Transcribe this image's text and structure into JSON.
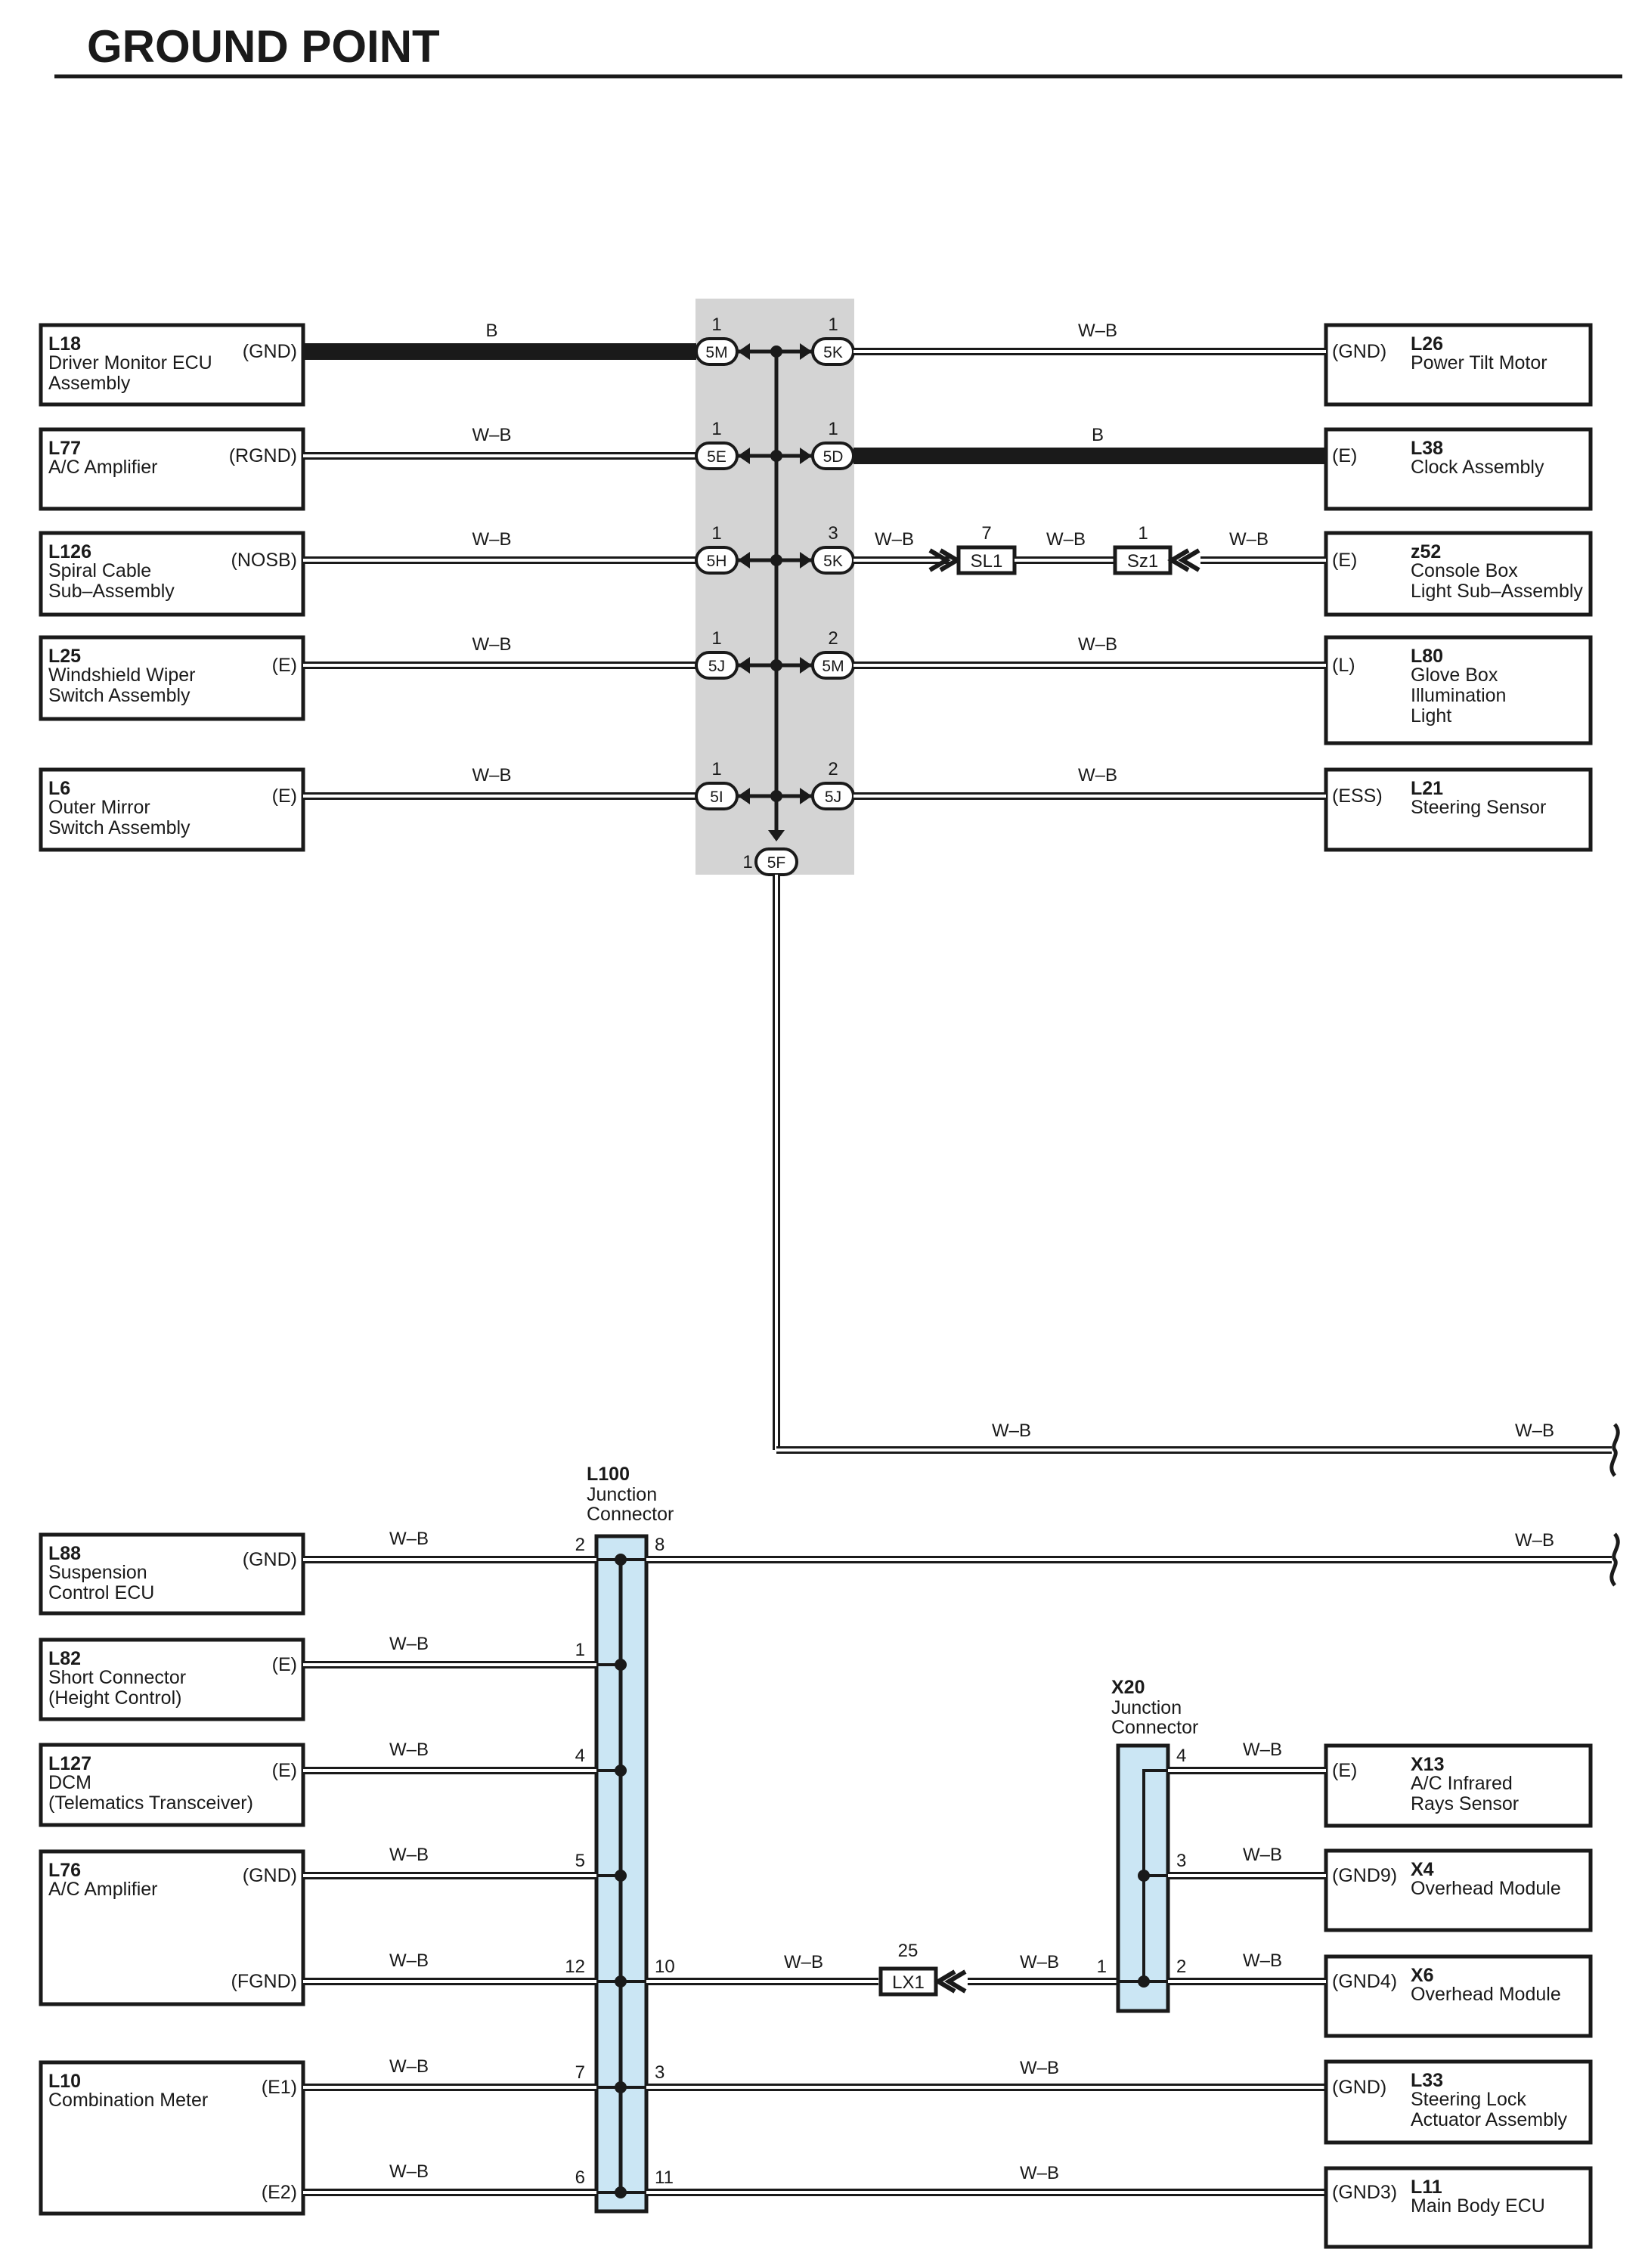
{
  "page": {
    "title": "GROUND POINT"
  },
  "colors": {
    "junction_block": "#d4d4d4",
    "junction_connector": "#cbe6f4",
    "ink": "#1a1a1a",
    "wire_fill": "#ffffff"
  },
  "top_section": {
    "left_devices": [
      {
        "code": "L18",
        "lines": [
          "Driver Monitor ECU",
          "Assembly"
        ],
        "terminal": "(GND)",
        "wire": "B",
        "pin": "1",
        "conn": "5M"
      },
      {
        "code": "L77",
        "lines": [
          "A/C Amplifier"
        ],
        "terminal": "(RGND)",
        "wire": "W–B",
        "pin": "1",
        "conn": "5E"
      },
      {
        "code": "L126",
        "lines": [
          "Spiral Cable",
          "Sub–Assembly"
        ],
        "terminal": "(NOSB)",
        "wire": "W–B",
        "pin": "1",
        "conn": "5H"
      },
      {
        "code": "L25",
        "lines": [
          "Windshield Wiper",
          "Switch Assembly"
        ],
        "terminal": "(E)",
        "wire": "W–B",
        "pin": "1",
        "conn": "5J"
      },
      {
        "code": "L6",
        "lines": [
          "Outer Mirror",
          "Switch Assembly"
        ],
        "terminal": "(E)",
        "wire": "W–B",
        "pin": "1",
        "conn": "5I"
      }
    ],
    "right_devices": [
      {
        "code": "L26",
        "lines": [
          "Power Tilt Motor"
        ],
        "terminal": "(GND)",
        "wire": "W–B",
        "pin": "1",
        "conn": "5K"
      },
      {
        "code": "L38",
        "lines": [
          "Clock Assembly"
        ],
        "terminal": "(E)",
        "wire": "B",
        "pin": "1",
        "conn": "5D"
      },
      {
        "code": "z52",
        "lines": [
          "Console Box",
          "Light Sub–Assembly"
        ],
        "terminal": "(E)",
        "wire": "W–B",
        "pin": "3",
        "conn": "5K"
      },
      {
        "code": "L80",
        "lines": [
          "Glove Box",
          "Illumination",
          "Light"
        ],
        "terminal": "(L)",
        "wire": "W–B",
        "pin": "2",
        "conn": "5M"
      },
      {
        "code": "L21",
        "lines": [
          "Steering Sensor"
        ],
        "terminal": "(ESS)",
        "wire": "W–B",
        "pin": "2",
        "conn": "5J"
      }
    ],
    "inline_row": {
      "wire_a": "W–B",
      "sl1_pin": "7",
      "sl1_label": "SL1",
      "wire_b": "W–B",
      "sz1_pin": "1",
      "sz1_label": "Sz1",
      "wire_c": "W–B"
    },
    "bottom_connector": {
      "pin": "1",
      "conn": "5F"
    },
    "trunk_wire_left": "W–B",
    "trunk_wire_right": "W–B"
  },
  "l100": {
    "code": "L100",
    "lines": [
      "Junction",
      "Connector"
    ]
  },
  "x20": {
    "code": "X20",
    "lines": [
      "Junction",
      "Connector"
    ]
  },
  "bottom_left_devices": [
    {
      "code": "L88",
      "lines": [
        "Suspension",
        "Control ECU"
      ],
      "terminals": [
        "(GND)"
      ],
      "wires": [
        "W–B"
      ],
      "pins": [
        "2"
      ]
    },
    {
      "code": "L82",
      "lines": [
        "Short Connector",
        "(Height Control)"
      ],
      "terminals": [
        "(E)"
      ],
      "wires": [
        "W–B"
      ],
      "pins": [
        "1"
      ]
    },
    {
      "code": "L127",
      "lines": [
        "DCM",
        "(Telematics Transceiver)"
      ],
      "terminals": [
        "(E)"
      ],
      "wires": [
        "W–B"
      ],
      "pins": [
        "4"
      ]
    },
    {
      "code": "L76",
      "lines": [
        "A/C Amplifier"
      ],
      "terminals": [
        "(GND)",
        "(FGND)"
      ],
      "wires": [
        "W–B",
        "W–B"
      ],
      "pins": [
        "5",
        "12"
      ]
    },
    {
      "code": "L10",
      "lines": [
        "Combination Meter"
      ],
      "terminals": [
        "(E1)",
        "(E2)"
      ],
      "wires": [
        "W–B",
        "W–B"
      ],
      "pins": [
        "7",
        "6"
      ]
    }
  ],
  "l100_right": {
    "pin8": "8",
    "wire8": "W–B",
    "pin10": "10",
    "wire10": "W–B",
    "pin3": "3",
    "wire3": "W–B",
    "pin11": "11",
    "wire11": "W–B"
  },
  "lx1": {
    "pin": "25",
    "label": "LX1",
    "wire_right": "W–B",
    "x20_pin": "1"
  },
  "bottom_right_devices": [
    {
      "code": "X13",
      "lines": [
        "A/C Infrared",
        "Rays Sensor"
      ],
      "terminal": "(E)",
      "wire": "W–B",
      "x20_pin": "4"
    },
    {
      "code": "X4",
      "lines": [
        "Overhead Module"
      ],
      "terminal": "(GND9)",
      "wire": "W–B",
      "x20_pin": "3"
    },
    {
      "code": "X6",
      "lines": [
        "Overhead Module"
      ],
      "terminal": "(GND4)",
      "wire": "W–B",
      "x20_pin": "2"
    },
    {
      "code": "L33",
      "lines": [
        "Steering Lock",
        "Actuator Assembly"
      ],
      "terminal": "(GND)"
    },
    {
      "code": "L11",
      "lines": [
        "Main Body ECU"
      ],
      "terminal": "(GND3)"
    }
  ]
}
